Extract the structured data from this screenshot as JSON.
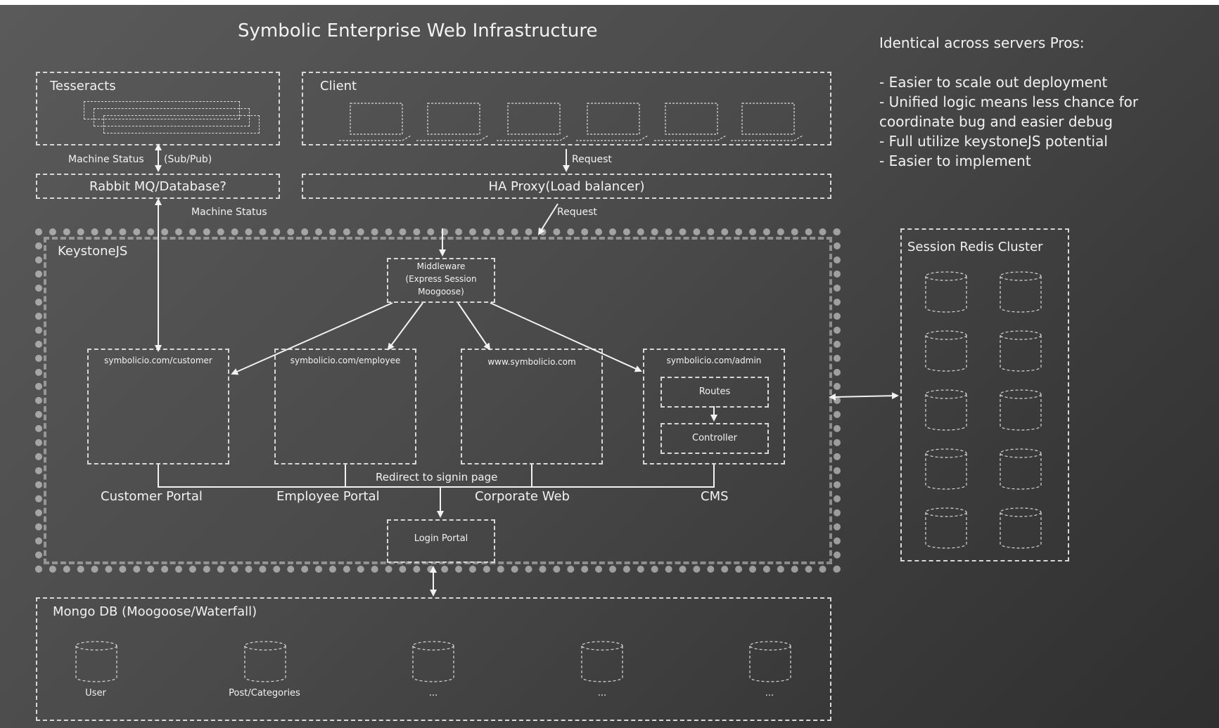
{
  "title": "Symbolic Enterprise Web Infrastructure",
  "pros": {
    "heading": "Identical across servers Pros:",
    "items": [
      "- Easier to scale out deployment",
      "- Unified logic means less chance for coordinate bug and easier debug",
      "- Full utilize keystoneJS potential",
      "- Easier to implement"
    ]
  },
  "tesseracts": {
    "label": "Tesseracts"
  },
  "client": {
    "label": "Client"
  },
  "rabbit": {
    "label": "Rabbit MQ/Database?"
  },
  "haproxy": {
    "label": "HA Proxy(Load balancer)"
  },
  "edges": {
    "machine_status_sub": "Machine Status",
    "sub_pub": "(Sub/Pub)",
    "machine_status": "Machine Status",
    "request_1": "Request",
    "request_2": "Request",
    "redirect": "Redirect to signin page"
  },
  "keystone": {
    "label": "KeystoneJS",
    "middleware": {
      "line1": "Middleware",
      "line2": "(Express Session",
      "line3": "Moogoose)"
    },
    "sites": [
      {
        "url": "symbolicio.com/customer",
        "portal": "Customer Portal"
      },
      {
        "url": "symbolicio.com/employee",
        "portal": "Employee Portal"
      },
      {
        "url": "www.symbolicio.com",
        "portal": "Corporate Web"
      },
      {
        "url": "symbolicio.com/admin",
        "portal": "CMS"
      }
    ],
    "routes": "Routes",
    "controller": "Controller",
    "login_portal": "Login Portal"
  },
  "redis": {
    "label": "Session Redis Cluster"
  },
  "mongo": {
    "label": "Mongo DB (Moogoose/Waterfall)",
    "collections": [
      "User",
      "Post/Categories",
      "...",
      "...",
      "..."
    ]
  }
}
